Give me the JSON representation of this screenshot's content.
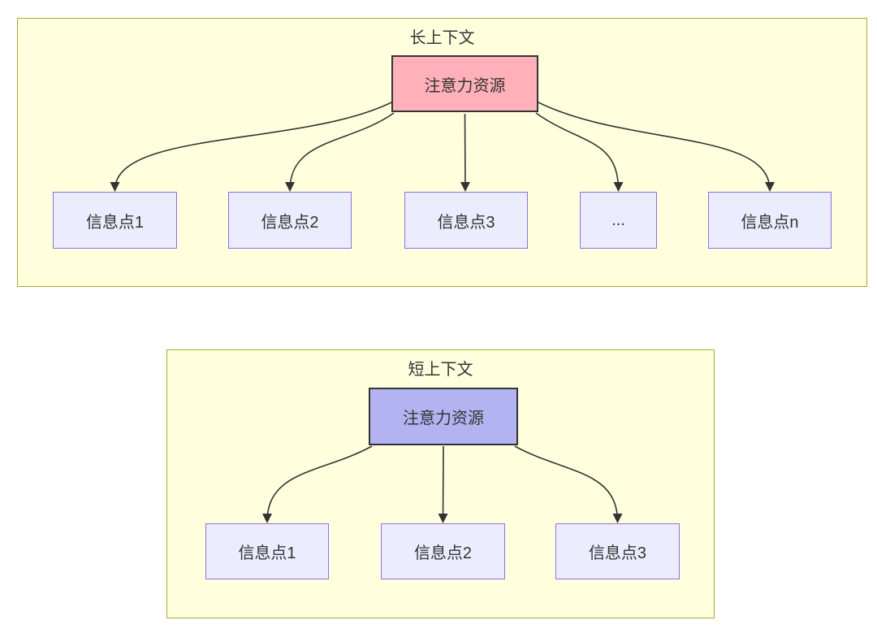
{
  "colors": {
    "container_fill": "#ffffde",
    "container_border": "#aaaa33",
    "attention_long_fill": "#ffb0b8",
    "attention_short_fill": "#b3b3f2",
    "attention_border": "#333333",
    "info_fill": "#ececff",
    "info_border": "#9370db",
    "arrow": "#333333",
    "text": "#333333"
  },
  "long_context": {
    "title": "长上下文",
    "attention_label": "注意力资源",
    "points": [
      "信息点1",
      "信息点2",
      "信息点3",
      "...",
      "信息点n"
    ]
  },
  "short_context": {
    "title": "短上下文",
    "attention_label": "注意力资源",
    "points": [
      "信息点1",
      "信息点2",
      "信息点3"
    ]
  }
}
